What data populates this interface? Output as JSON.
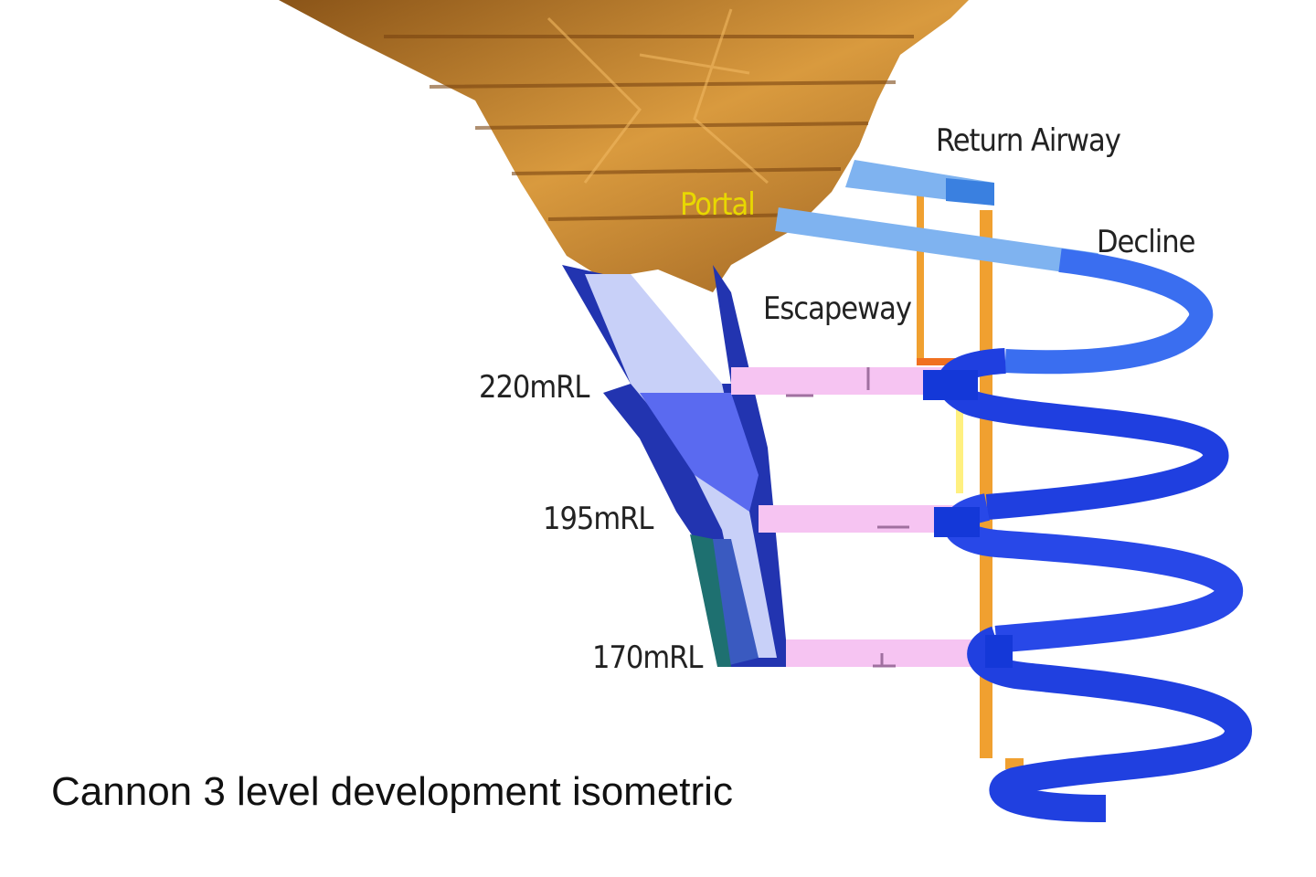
{
  "caption": "Cannon 3 level development isometric",
  "labels": {
    "return_airway": "Return Airway",
    "portal": "Portal",
    "decline": "Decline",
    "escapeway": "Escapeway",
    "level_220": "220mRL",
    "level_195": "195mRL",
    "level_170": "170mRL"
  },
  "colors": {
    "pit": "#c98a2e",
    "decline": "#1f3fe0",
    "airway": "#7fb3f0",
    "level_drive": "#f6c4f2",
    "escapeway": "#f0a030",
    "portal_label": "#e8d800"
  }
}
